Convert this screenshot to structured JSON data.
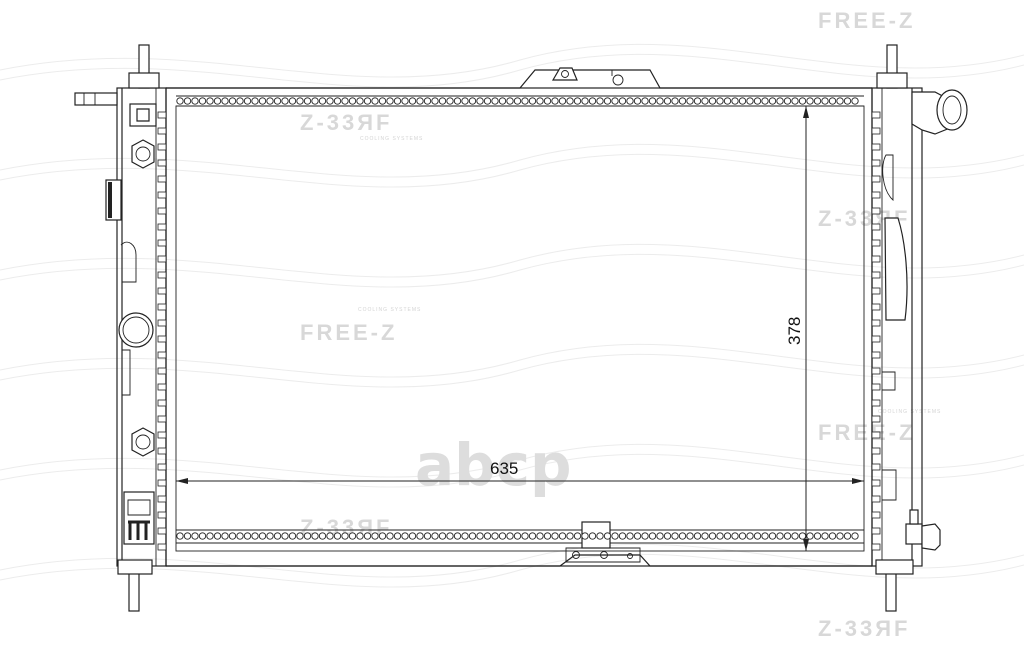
{
  "drawing": {
    "dimensions": {
      "width_label": "635",
      "height_label": "378"
    },
    "watermark": {
      "brand": "FREE-Z",
      "brand_mirrored": "Z-33ЯF",
      "tagline": "COOLING SYSTEMS",
      "site_logo": "abcp"
    }
  }
}
